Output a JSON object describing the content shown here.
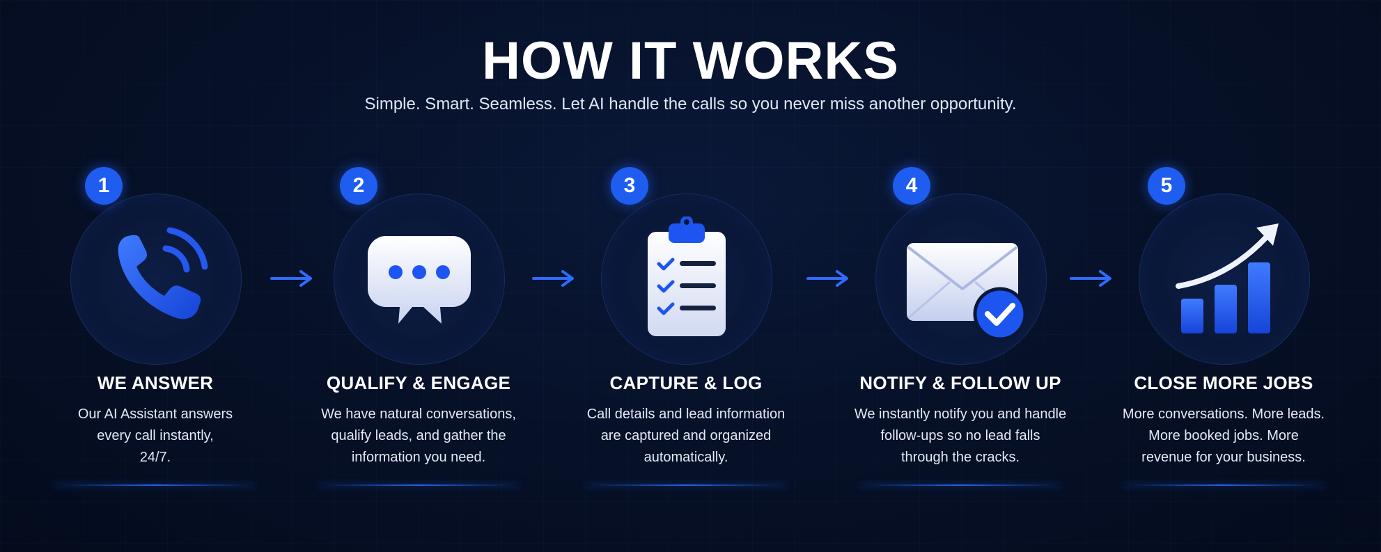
{
  "header": {
    "title": "HOW IT WORKS",
    "subtitle": "Simple. Smart. Seamless. Let AI handle the calls so you never miss another opportunity."
  },
  "colors": {
    "accent": "#1f5cf0",
    "background": "#061026",
    "icon_blue": "#1d55f0",
    "icon_light": "#e9edf8"
  },
  "steps": [
    {
      "number": "1",
      "icon": "phone-icon",
      "heading": "WE ANSWER",
      "lines": [
        "Our AI Assistant answers",
        "every call instantly,",
        "24/7."
      ]
    },
    {
      "number": "2",
      "icon": "chat-bubble-icon",
      "heading": "QUALIFY & ENGAGE",
      "lines": [
        "We have natural conversations,",
        "qualify leads, and gather the",
        "information you need."
      ]
    },
    {
      "number": "3",
      "icon": "clipboard-checklist-icon",
      "heading": "CAPTURE & LOG",
      "lines": [
        "Call details and lead information",
        "are captured and organized",
        "automatically."
      ]
    },
    {
      "number": "4",
      "icon": "envelope-check-icon",
      "heading": "NOTIFY & FOLLOW UP",
      "lines": [
        "We instantly notify you and handle",
        "follow-ups so no lead falls",
        "through the cracks."
      ]
    },
    {
      "number": "5",
      "icon": "growth-chart-icon",
      "heading": "CLOSE MORE JOBS",
      "lines": [
        "More conversations. More leads.",
        "More booked jobs. More",
        "revenue for your business."
      ]
    }
  ]
}
